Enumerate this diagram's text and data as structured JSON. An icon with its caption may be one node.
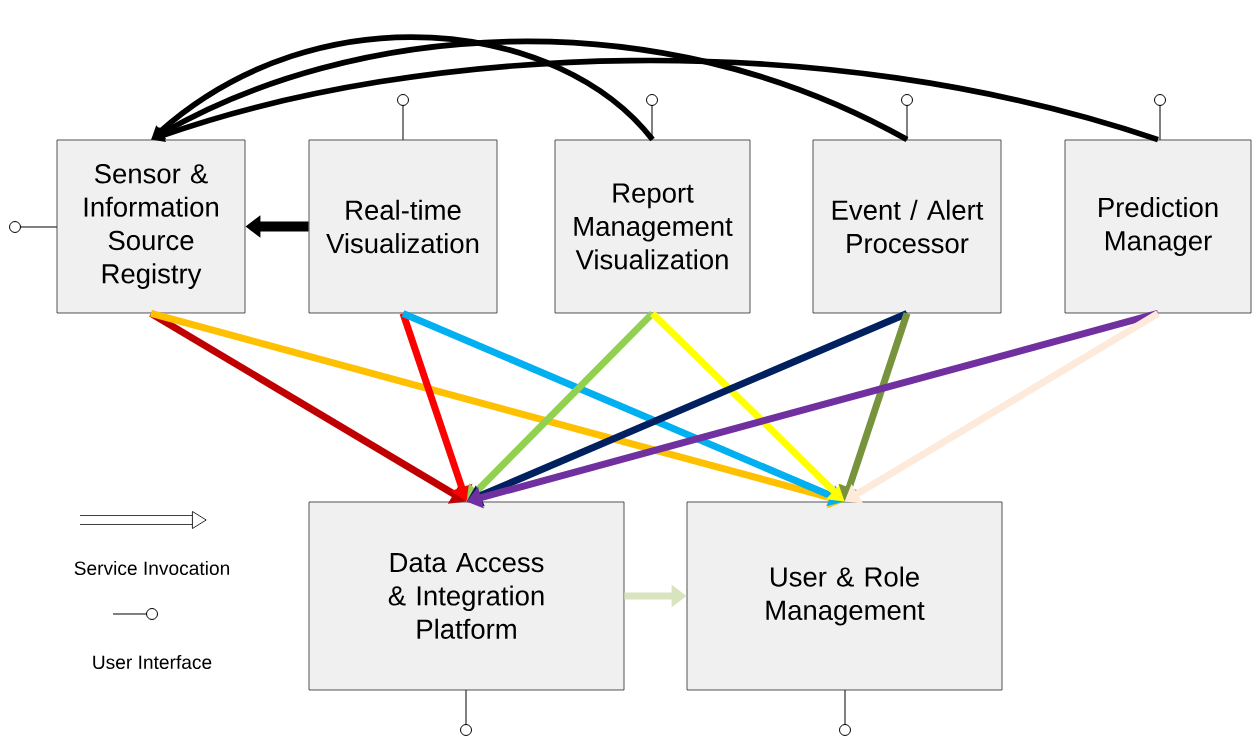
{
  "diagram": {
    "nodes": [
      {
        "text": [
          "Sensor & Information Source Registry"
        ]
      },
      {
        "text": [
          "Real-time Visualization"
        ]
      },
      {
        "text": [
          "Report Management Visualization"
        ]
      },
      {
        "text": [
          "Event / Alert Processor"
        ]
      },
      {
        "text": [
          "Prediction Manager"
        ]
      },
      {
        "text": [
          "Data Access & Integration Platform"
        ]
      },
      {
        "text": [
          "User & Role Management"
        ]
      }
    ],
    "edges": [
      {
        "from": 1,
        "to": 0,
        "arrow": "to",
        "color": "#000000"
      },
      {
        "from": 2,
        "to": 0,
        "arrow": "to",
        "color": "#000000"
      },
      {
        "from": 3,
        "to": 0,
        "arrow": "to",
        "color": "#000000"
      },
      {
        "from": 4,
        "to": 0,
        "arrow": "to",
        "color": "#000000"
      },
      {
        "from": 0,
        "to": 5,
        "arrow": "to",
        "color": "#c00000"
      },
      {
        "from": 0,
        "to": 6,
        "arrow": "to",
        "color": "#ffc000"
      },
      {
        "from": 1,
        "to": 5,
        "arrow": "to",
        "color": "#ff0000"
      },
      {
        "from": 1,
        "to": 6,
        "arrow": "to",
        "color": "#00b0f0"
      },
      {
        "from": 2,
        "to": 5,
        "arrow": "to",
        "color": "#92d050"
      },
      {
        "from": 2,
        "to": 6,
        "arrow": "to",
        "color": "#ffff00"
      },
      {
        "from": 3,
        "to": 5,
        "arrow": "to",
        "color": "#002060"
      },
      {
        "from": 3,
        "to": 6,
        "arrow": "to",
        "color": "#77933c"
      },
      {
        "from": 4,
        "to": 5,
        "arrow": "to",
        "color": "#7030a0"
      },
      {
        "from": 4,
        "to": 6,
        "arrow": "to",
        "color": "#fdeada"
      },
      {
        "from": 5,
        "to": 6,
        "arrow": "to",
        "color": "#d7e4bd"
      }
    ],
    "legend": [
      {
        "text": "Service Invocation"
      },
      {
        "text": "User Interface"
      }
    ]
  }
}
